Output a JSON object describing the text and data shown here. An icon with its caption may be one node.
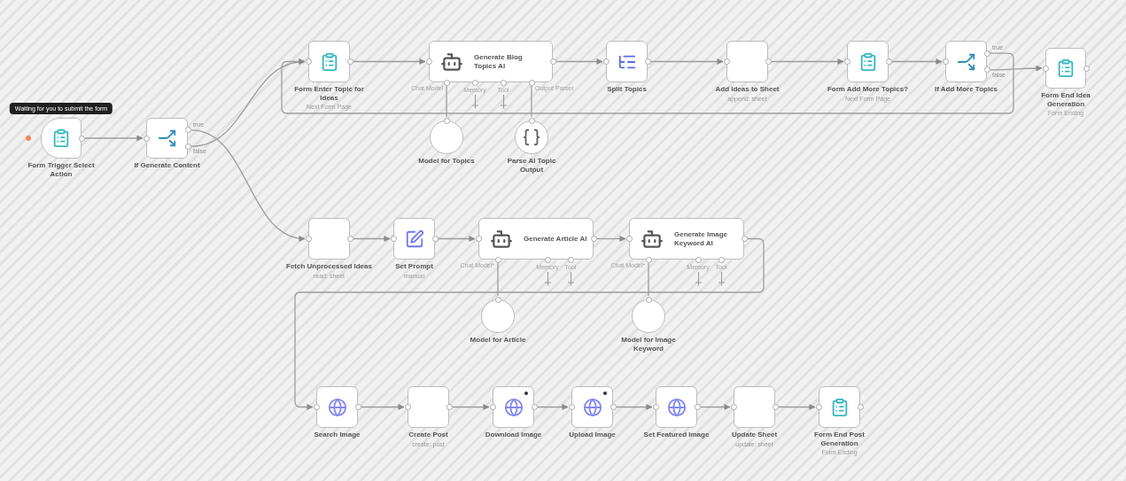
{
  "diagram": {
    "nodes": [
      {
        "text": [
          "Form Trigger Select Action"
        ],
        "beside": [
          "Waiting for you to submit the form"
        ]
      },
      {
        "text": [
          "If Generate Content"
        ]
      },
      {
        "text": [
          "Form Enter Topic for Ideas",
          "Next Form Page"
        ]
      },
      {
        "text": [
          "Generate Blog Topics AI"
        ],
        "beside": [
          "Chat Model",
          "Memory",
          "Tool",
          "Output Parser"
        ]
      },
      {
        "text": [
          "Split Topics"
        ]
      },
      {
        "text": [
          "Add Ideas to Sheet",
          "append: sheet"
        ]
      },
      {
        "text": [
          "Form Add More Topics?",
          "Next Form Page"
        ]
      },
      {
        "text": [
          "If Add More Topics"
        ]
      },
      {
        "text": [
          "Form End Idea Generation",
          "Form Ending"
        ]
      },
      {
        "text": [
          "Model for Topics"
        ]
      },
      {
        "text": [
          "Parse AI Topic Output"
        ]
      },
      {
        "text": [
          "Fetch Unprocessed Ideas",
          "read: sheet"
        ]
      },
      {
        "text": [
          "Set Prompt",
          "manual"
        ]
      },
      {
        "text": [
          "Generate Article AI"
        ],
        "beside": [
          "Chat Model*",
          "Memory",
          "Tool"
        ]
      },
      {
        "text": [
          "Generate Image Keyword AI"
        ],
        "beside": [
          "Chat Model*",
          "Memory",
          "Tool"
        ]
      },
      {
        "text": [
          "Model for Article"
        ]
      },
      {
        "text": [
          "Model for Image Keyword"
        ]
      },
      {
        "text": [
          "Search Image"
        ]
      },
      {
        "text": [
          "Create Post",
          "create: post"
        ]
      },
      {
        "text": [
          "Download Image"
        ]
      },
      {
        "text": [
          "Upload Image"
        ]
      },
      {
        "text": [
          "Set Featured Image"
        ]
      },
      {
        "text": [
          "Update Sheet",
          "update: sheet"
        ]
      },
      {
        "text": [
          "Form End Post Generation",
          "Form Ending"
        ]
      }
    ],
    "edges": [
      {
        "from": 0,
        "to": 1,
        "arrow": "to"
      },
      {
        "from": 1,
        "to": 11,
        "arrow": "to",
        "label": "true"
      },
      {
        "from": 1,
        "to": 2,
        "arrow": "to",
        "label": "false"
      },
      {
        "from": 2,
        "to": 3,
        "arrow": "to"
      },
      {
        "from": 3,
        "to": 4,
        "arrow": "to"
      },
      {
        "from": 4,
        "to": 5,
        "arrow": "to"
      },
      {
        "from": 5,
        "to": 6,
        "arrow": "to"
      },
      {
        "from": 6,
        "to": 7,
        "arrow": "to"
      },
      {
        "from": 7,
        "to": 2,
        "arrow": "to",
        "label": "true"
      },
      {
        "from": 7,
        "to": 8,
        "arrow": "to",
        "label": "false"
      },
      {
        "from": 9,
        "to": 3,
        "arrow": "none"
      },
      {
        "from": 10,
        "to": 3,
        "arrow": "none"
      },
      {
        "from": 11,
        "to": 12,
        "arrow": "to"
      },
      {
        "from": 12,
        "to": 13,
        "arrow": "to"
      },
      {
        "from": 13,
        "to": 14,
        "arrow": "to"
      },
      {
        "from": 14,
        "to": 17,
        "arrow": "to"
      },
      {
        "from": 15,
        "to": 13,
        "arrow": "none"
      },
      {
        "from": 16,
        "to": 14,
        "arrow": "none"
      },
      {
        "from": 17,
        "to": 18,
        "arrow": "to"
      },
      {
        "from": 18,
        "to": 19,
        "arrow": "to"
      },
      {
        "from": 19,
        "to": 20,
        "arrow": "to"
      },
      {
        "from": 20,
        "to": 21,
        "arrow": "to"
      },
      {
        "from": 21,
        "to": 22,
        "arrow": "to"
      },
      {
        "from": 22,
        "to": 23,
        "arrow": "to"
      }
    ]
  }
}
